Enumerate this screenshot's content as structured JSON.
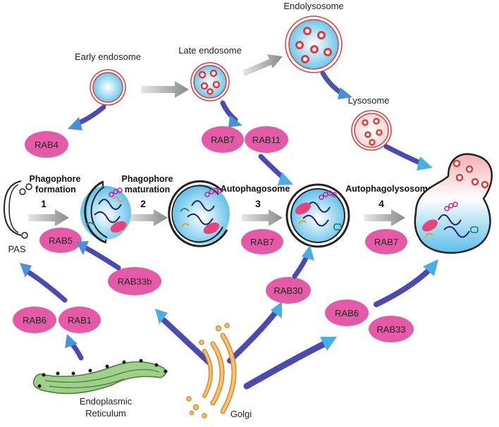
{
  "colors": {
    "rab": "#e45aa6",
    "arrow_blue_dark": "#4a4aa8",
    "arrow_blue_light": "#49b3e8",
    "arrow_gray": "#9a9a9a",
    "vesicle_red": "#e03a3a",
    "vesicle_core": "#bfe6f5",
    "er_green": "#9fd08a",
    "golgi_orange": "#f4b25e"
  },
  "labels": {
    "early_endosome": "Early endosome",
    "late_endosome": "Late endosome",
    "endolysosome": "Endolysosome",
    "lysosome": "Lysosome",
    "pas": "PAS",
    "er_line1": "Endoplasmic",
    "er_line2": "Reticulum",
    "golgi": "Golgi"
  },
  "steps": {
    "s1_title1": "Phagophore",
    "s1_title2": "formation",
    "s1_num": "1",
    "s2_title1": "Phagophore",
    "s2_title2": "maturation",
    "s2_num": "2",
    "s3_title": "Autophagosome",
    "s3_num": "3",
    "s4_title": "Autophagolysosome",
    "s4_num": "4"
  },
  "rabs": {
    "rab4": "RAB4",
    "rab7_top": "RAB7",
    "rab11": "RAB11",
    "rab5": "RAB5",
    "rab7_step3": "RAB7",
    "rab7_step4": "RAB7",
    "rab33b": "RAB33b",
    "rab30": "RAB30",
    "rab6_left": "RAB6",
    "rab1": "RAB1",
    "rab6_right": "RAB6",
    "rab33": "RAB33"
  }
}
